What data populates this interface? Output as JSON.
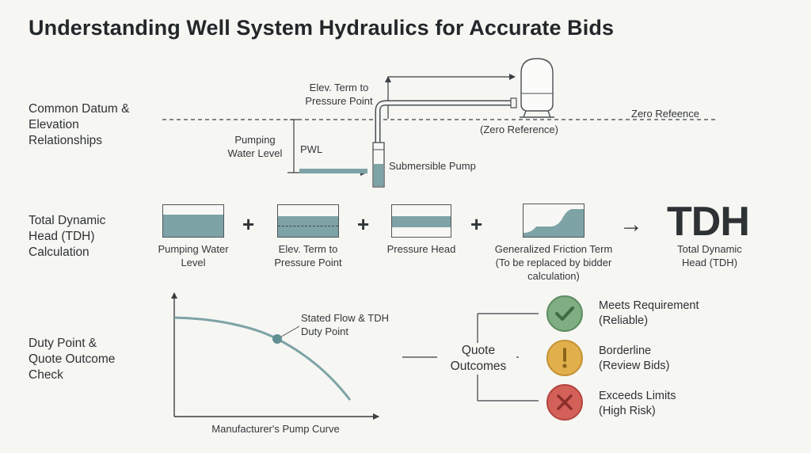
{
  "title": "Understanding Well System Hydraulics for Accurate Bids",
  "sections": {
    "datum": "Common Datum & Elevation Relationships",
    "tdh": "Total Dynamic Head (TDH) Calculation",
    "duty": "Duty Point & Quote Outcome Check"
  },
  "datum_diagram": {
    "elev_term": "Elev. Term to Pressure Point",
    "zero_ref_right": "Zero Refeence",
    "zero_ref_center": "(Zero Reference)",
    "pumping_water_level": "Pumping Water Level",
    "pwl": "PWL",
    "submersible_pump": "Submersible Pump"
  },
  "tdh_equation": {
    "terms": [
      {
        "label": "Pumping Water Level"
      },
      {
        "label": "Elev. Term to Pressure Point"
      },
      {
        "label": "Pressure Head"
      },
      {
        "label": "Generalized Friction Term",
        "note": "(To be replaced by bidder calculation)"
      }
    ],
    "plus": "+",
    "arrow": "→",
    "result_abbr": "TDH",
    "result_label": "Total Dynamic Head (TDH)"
  },
  "pump_curve": {
    "duty_point_label": "Stated Flow & TDH Duty Point",
    "xlabel": "Manufacturer's Pump Curve"
  },
  "quote_outcomes": {
    "title": "Quote Outcomes",
    "items": [
      {
        "status": "Meets Requirement",
        "detail": "(Reliable)",
        "icon": "check-icon",
        "color": "#7fae82"
      },
      {
        "status": "Borderline",
        "detail": "(Review Bids)",
        "icon": "exclamation-icon",
        "color": "#e1b04c"
      },
      {
        "status": "Exceeds Limits",
        "detail": "(High Risk)",
        "icon": "x-icon",
        "color": "#d4605a"
      }
    ]
  }
}
